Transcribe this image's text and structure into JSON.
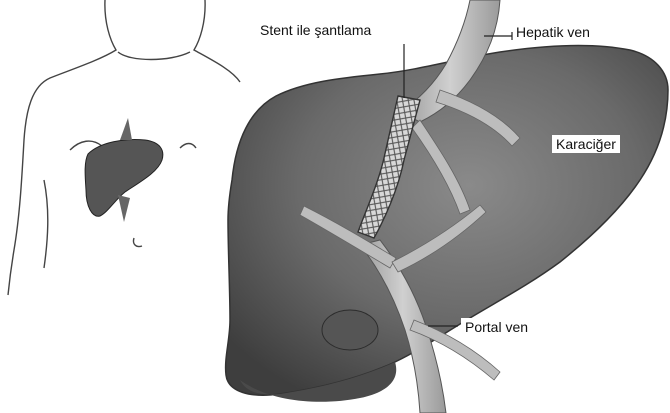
{
  "labels": {
    "stent": "Stent ile şantlama",
    "hepatic_vein": "Hepatik ven",
    "liver": "Karaciğer",
    "portal_vein": "Portal ven"
  },
  "colors": {
    "background": "#ffffff",
    "liver_fill": "#5e5e5e",
    "vessel_fill": "#b8b8b8",
    "outline": "#333333"
  }
}
